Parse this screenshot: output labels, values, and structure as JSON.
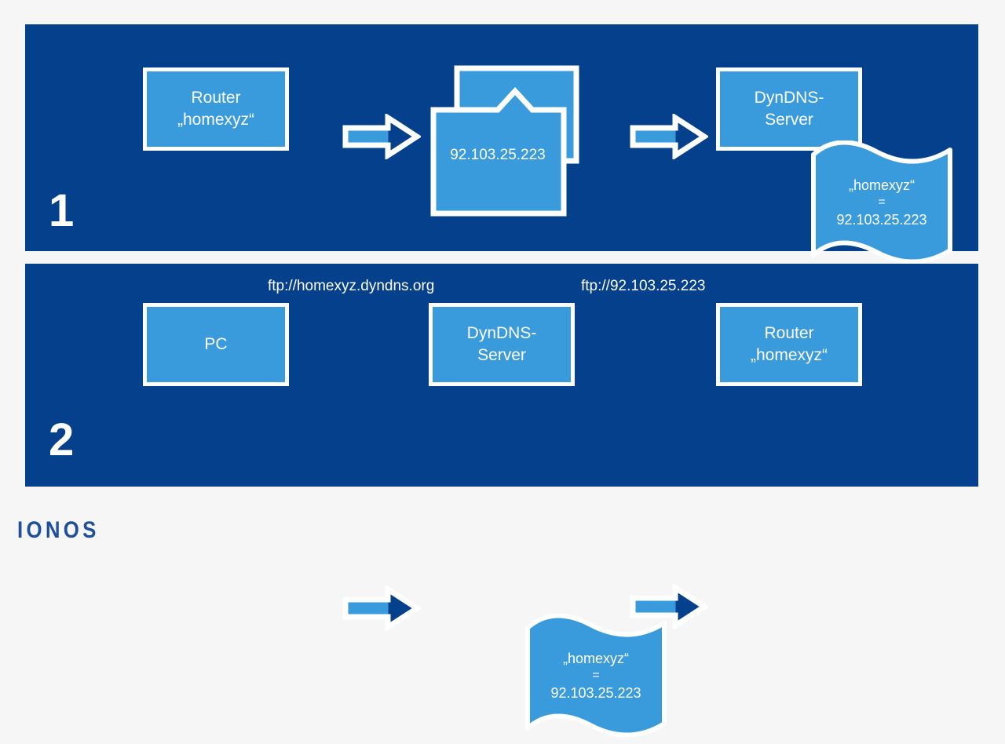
{
  "page": {
    "background_color": "#f6f6f7",
    "panel_color": "#05408c",
    "box_fill_color": "#3a9bdc",
    "outline_color": "#ffffff",
    "brand": "IONOS",
    "brand_color": "#1f4e9c"
  },
  "panel1": {
    "step_number": "1",
    "router_box": "Router\n„homexyz“",
    "envelope_ip": "92.103.25.223",
    "dyndns_box": "DynDNS-\nServer",
    "flag": {
      "line1": "„homexyz“",
      "equals": "=",
      "line2": "92.103.25.223"
    },
    "arrow_1_name": "arrow-router-to-ip",
    "arrow_2_name": "arrow-ip-to-dyndns"
  },
  "panel2": {
    "step_number": "2",
    "pc_box": "PC",
    "dyndns_box": "DynDNS-\nServer",
    "router_box": "Router\n„homexyz“",
    "url_left": "ftp://homexyz.dyndns.org",
    "url_right": "ftp://92.103.25.223",
    "flag": {
      "line1": "„homexyz“",
      "equals": "=",
      "line2": "92.103.25.223"
    },
    "arrow_1_name": "arrow-pc-to-dyndns",
    "arrow_2_name": "arrow-dyndns-to-router"
  }
}
